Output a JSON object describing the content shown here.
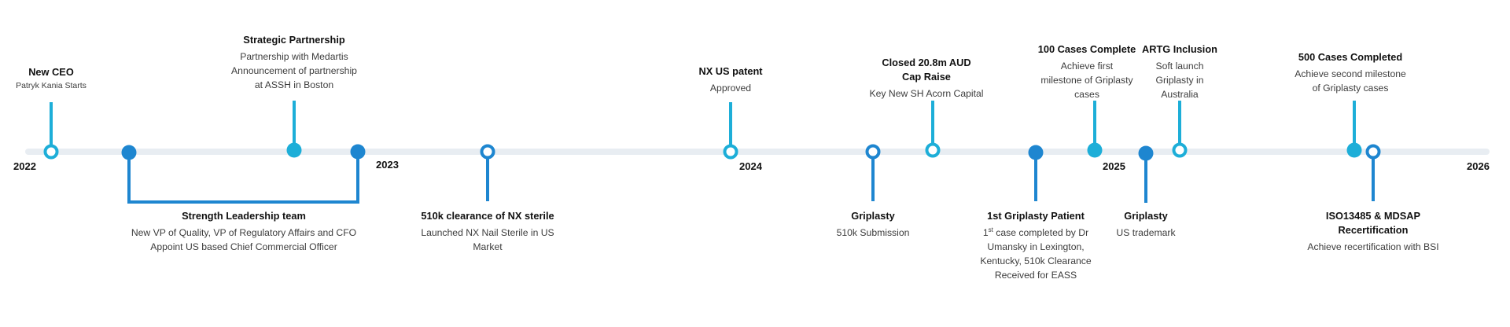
{
  "colors": {
    "axis": "#e8edf2",
    "dark_blue": "#1e86d0",
    "light_blue": "#1daed8",
    "title": "#111111",
    "body": "#3d3d3d"
  },
  "years": [
    "2022",
    "2023",
    "2024",
    "2025",
    "2026"
  ],
  "events": [
    {
      "id": "new-ceo",
      "title": "New CEO",
      "desc": "Patryk Kania Starts"
    },
    {
      "id": "strategic-partnership",
      "title": "Strategic Partnership",
      "desc": "Partnership with Medartis\nAnnouncement of partnership\nat ASSH in Boston"
    },
    {
      "id": "strength-leadership",
      "title": "Strength Leadership team",
      "desc": "New VP of Quality, VP of Regulatory Affairs and CFO\nAppoint US based Chief Commercial Officer"
    },
    {
      "id": "510k-nx-sterile",
      "title": "510k clearance of NX sterile",
      "desc": "Launched NX Nail Sterile in US\nMarket"
    },
    {
      "id": "nx-us-patent",
      "title": "NX US patent",
      "desc": "Approved"
    },
    {
      "id": "griplasty-510k",
      "title": "Griplasty",
      "desc": "510k Submission"
    },
    {
      "id": "cap-raise",
      "title": "Closed 20.8m AUD\nCap Raise",
      "desc": "Key New SH Acorn Capital"
    },
    {
      "id": "first-griplasty-patient",
      "title": "1st Griplasty Patient",
      "desc_sup": "st",
      "desc_prefix": "1",
      "desc": " case completed by Dr\nUmansky in Lexington,\nKentucky, 510k Clearance\nReceived for EASS"
    },
    {
      "id": "100-cases",
      "title": "100 Cases Complete",
      "desc": "Achieve first\nmilestone of Griplasty\ncases"
    },
    {
      "id": "griplasty-trademark",
      "title": "Griplasty",
      "desc": "US trademark"
    },
    {
      "id": "artg-inclusion",
      "title": "ARTG Inclusion",
      "desc": "Soft launch\nGriplasty in\nAustralia"
    },
    {
      "id": "500-cases",
      "title": "500 Cases Completed",
      "desc": "Achieve second milestone\nof Griplasty cases"
    },
    {
      "id": "iso13485",
      "title": "ISO13485 & MDSAP\nRecertification",
      "desc": "Achieve recertification with BSI"
    }
  ]
}
